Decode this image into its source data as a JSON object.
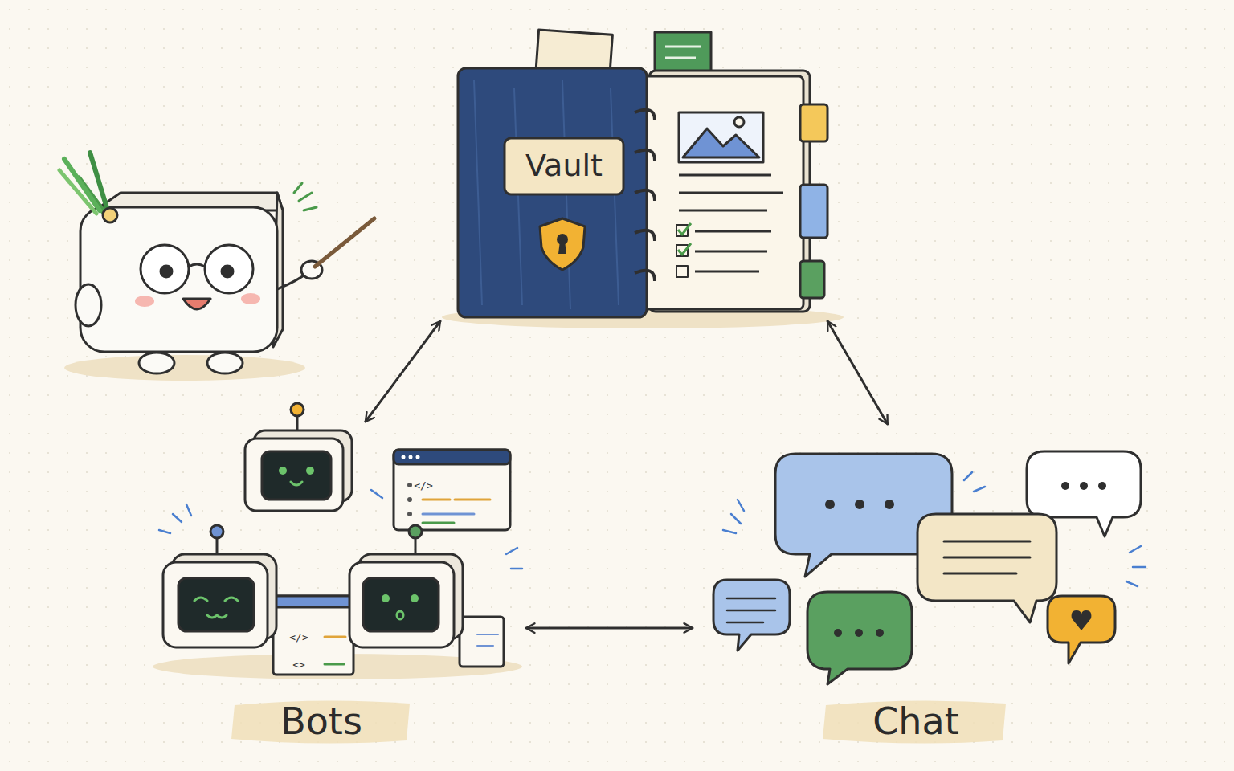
{
  "diagram": {
    "nodes": [
      {
        "text": [
          "Vault"
        ]
      },
      {
        "text": [
          "Bots"
        ]
      },
      {
        "text": [
          "Chat"
        ]
      }
    ],
    "edges": [
      {
        "from": 0,
        "to": 1,
        "arrow": "both"
      },
      {
        "from": 0,
        "to": 2,
        "arrow": "both"
      },
      {
        "from": 1,
        "to": 2,
        "arrow": "both"
      }
    ],
    "labels": [
      "</>",
      "</>",
      "<>"
    ]
  }
}
